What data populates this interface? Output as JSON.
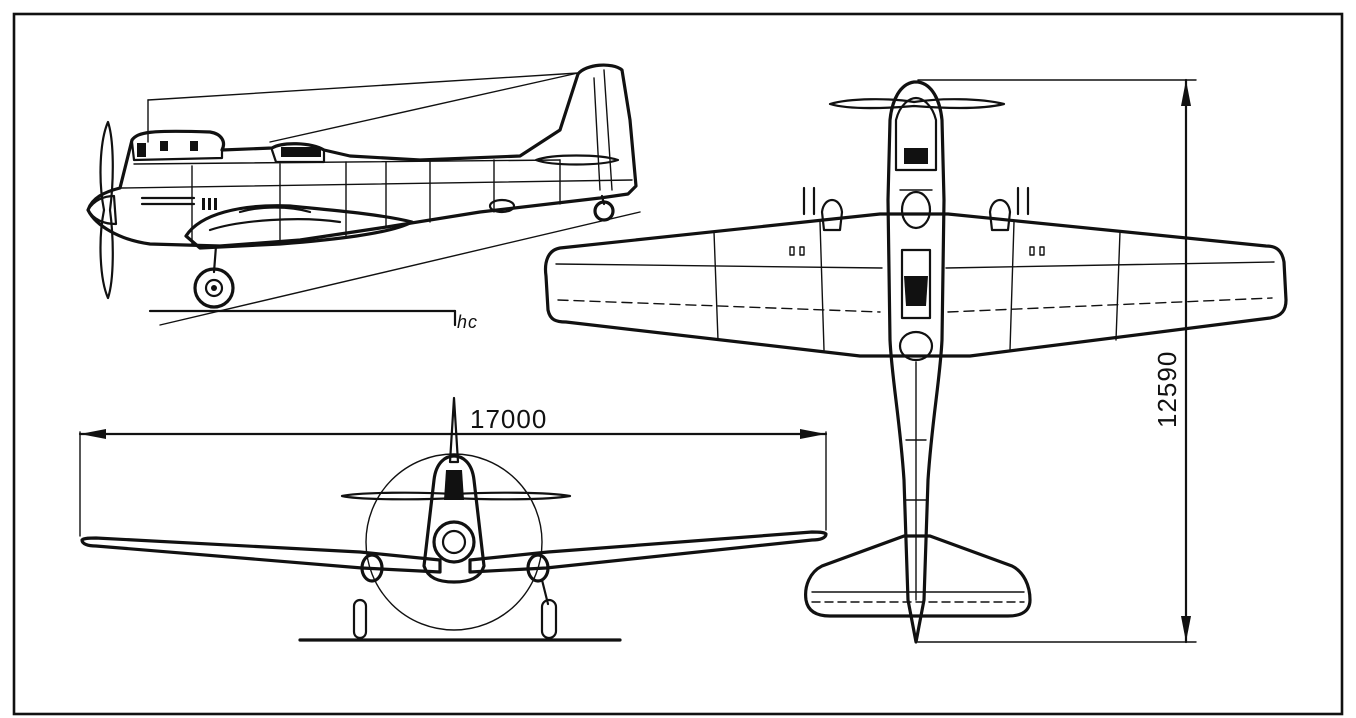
{
  "drawing": {
    "dimensions": {
      "wingspan": "17000",
      "length": "12590"
    },
    "ground_mark": "hc"
  }
}
